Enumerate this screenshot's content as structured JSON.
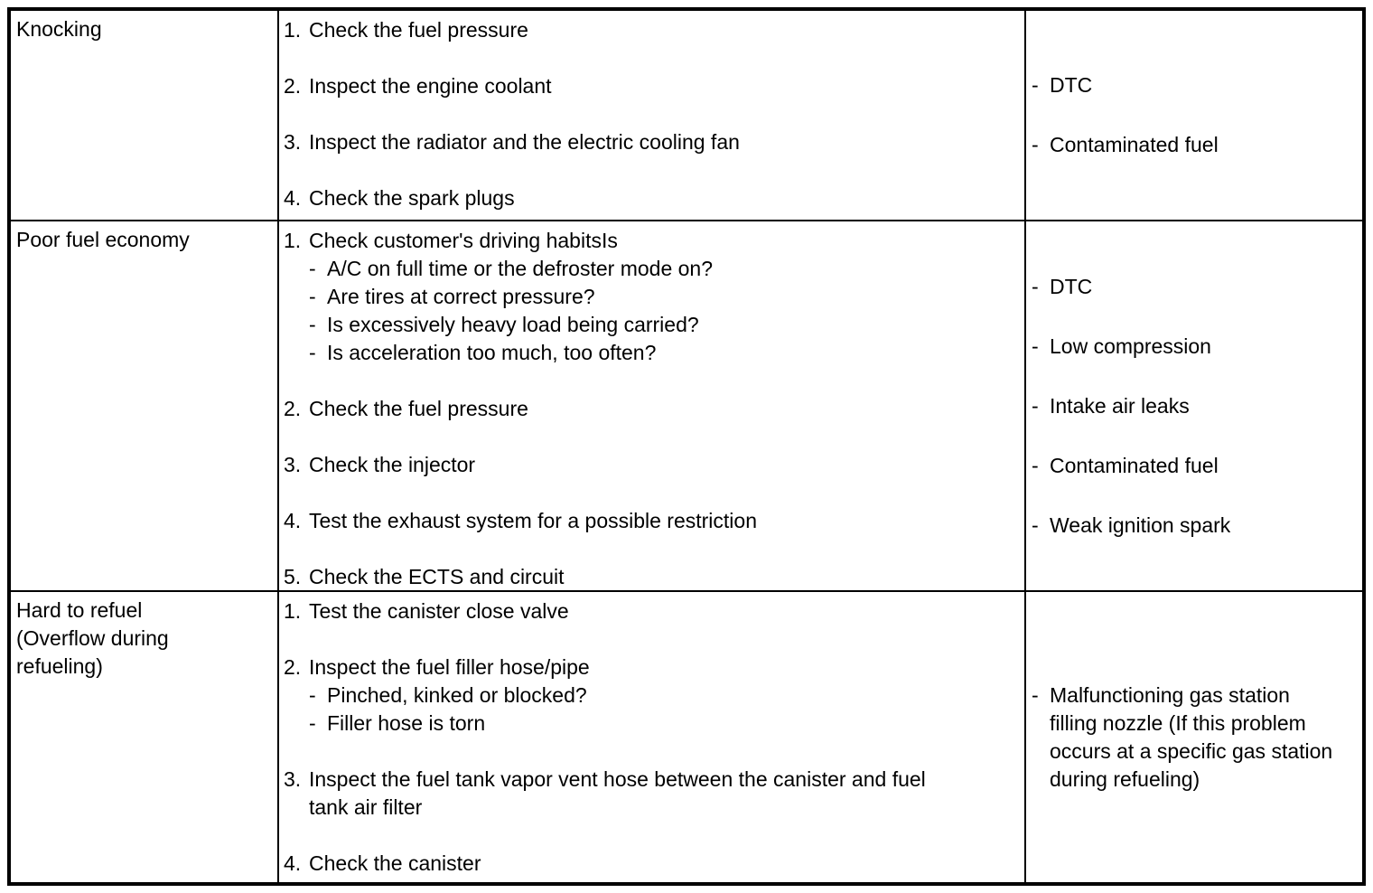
{
  "page": {
    "background": "#ffffff",
    "text_color": "#000000",
    "border_color": "#000000"
  },
  "table": {
    "rows": [
      {
        "symptom": "Knocking",
        "inspections": [
          {
            "num": "1.",
            "text": "Check the fuel pressure",
            "subs": []
          },
          {
            "num": "2.",
            "text": "Inspect the engine coolant",
            "subs": []
          },
          {
            "num": "3.",
            "text": "Inspect the radiator and the electric cooling fan",
            "subs": []
          },
          {
            "num": "4.",
            "text": "Check the spark plugs",
            "subs": []
          }
        ],
        "causes": [
          "DTC",
          "Contaminated fuel"
        ]
      },
      {
        "symptom": "Poor fuel economy",
        "inspections": [
          {
            "num": "1.",
            "text": "Check customer's driving habitsIs",
            "subs": [
              "A/C on full time or the defroster mode on?",
              "Are tires at correct pressure?",
              "Is excessively heavy load being carried?",
              "Is acceleration too much, too often?"
            ]
          },
          {
            "num": "2.",
            "text": "Check the fuel pressure",
            "subs": []
          },
          {
            "num": "3.",
            "text": "Check the injector",
            "subs": []
          },
          {
            "num": "4.",
            "text": "Test the exhaust system for a possible restriction",
            "subs": []
          },
          {
            "num": "5.",
            "text": "Check the ECTS and circuit",
            "subs": []
          }
        ],
        "causes": [
          "DTC",
          "Low compression",
          "Intake air leaks",
          "Contaminated fuel",
          "Weak ignition spark"
        ]
      },
      {
        "symptom": "Hard to refuel\n(Overflow during\nrefueling)",
        "inspections": [
          {
            "num": "1.",
            "text": "Test the canister close valve",
            "subs": []
          },
          {
            "num": "2.",
            "text": "Inspect the fuel filler hose/pipe",
            "subs": [
              "Pinched, kinked or blocked?",
              "Filler hose is torn"
            ]
          },
          {
            "num": "3.",
            "text": "Inspect the fuel tank vapor vent hose between the canister and fuel\ntank air filter",
            "subs": []
          },
          {
            "num": "4.",
            "text": "Check the canister",
            "subs": []
          }
        ],
        "causes": [
          "Malfunctioning gas station\nfilling nozzle (If this problem\noccurs at a specific gas station\nduring refueling)"
        ]
      }
    ]
  }
}
